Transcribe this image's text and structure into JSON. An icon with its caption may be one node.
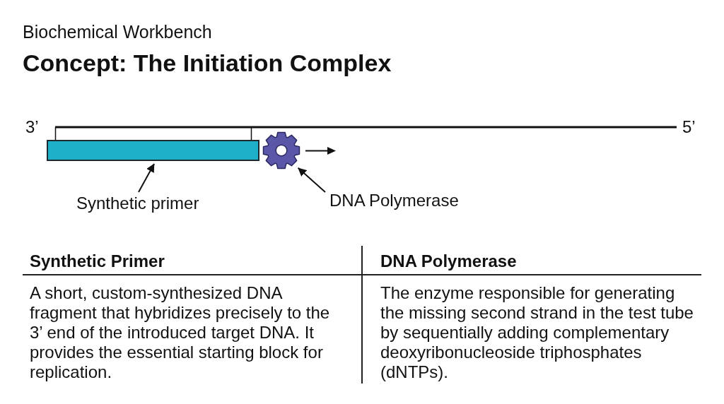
{
  "diagram": {
    "title": "Concept: The Initiation Complex",
    "nodes": [
      {
        "text": [
          "Synthetic primer"
        ]
      },
      {
        "text": [],
        "shape": "bar"
      },
      {
        "text": [
          "DNA Polymerase"
        ]
      },
      {
        "text": [],
        "shape": "gear"
      }
    ],
    "edges": [
      {
        "from": 0,
        "to": 1,
        "arrow": "to"
      },
      {
        "from": 2,
        "to": 3,
        "arrow": "to"
      }
    ],
    "labels": [
      "Biochemical Workbench",
      "3’",
      "5’",
      "Synthetic Primer",
      "DNA Polymerase",
      "A short, custom-synthesized DNA fragment that hybridizes precisely to the 3’ end of the introduced target DNA. It provides the essential starting block for replication.",
      "The enzyme responsible for generating the missing second strand in the test tube by sequentially adding complementary deoxyribonucleoside triphosphates (dNTPs)."
    ]
  }
}
